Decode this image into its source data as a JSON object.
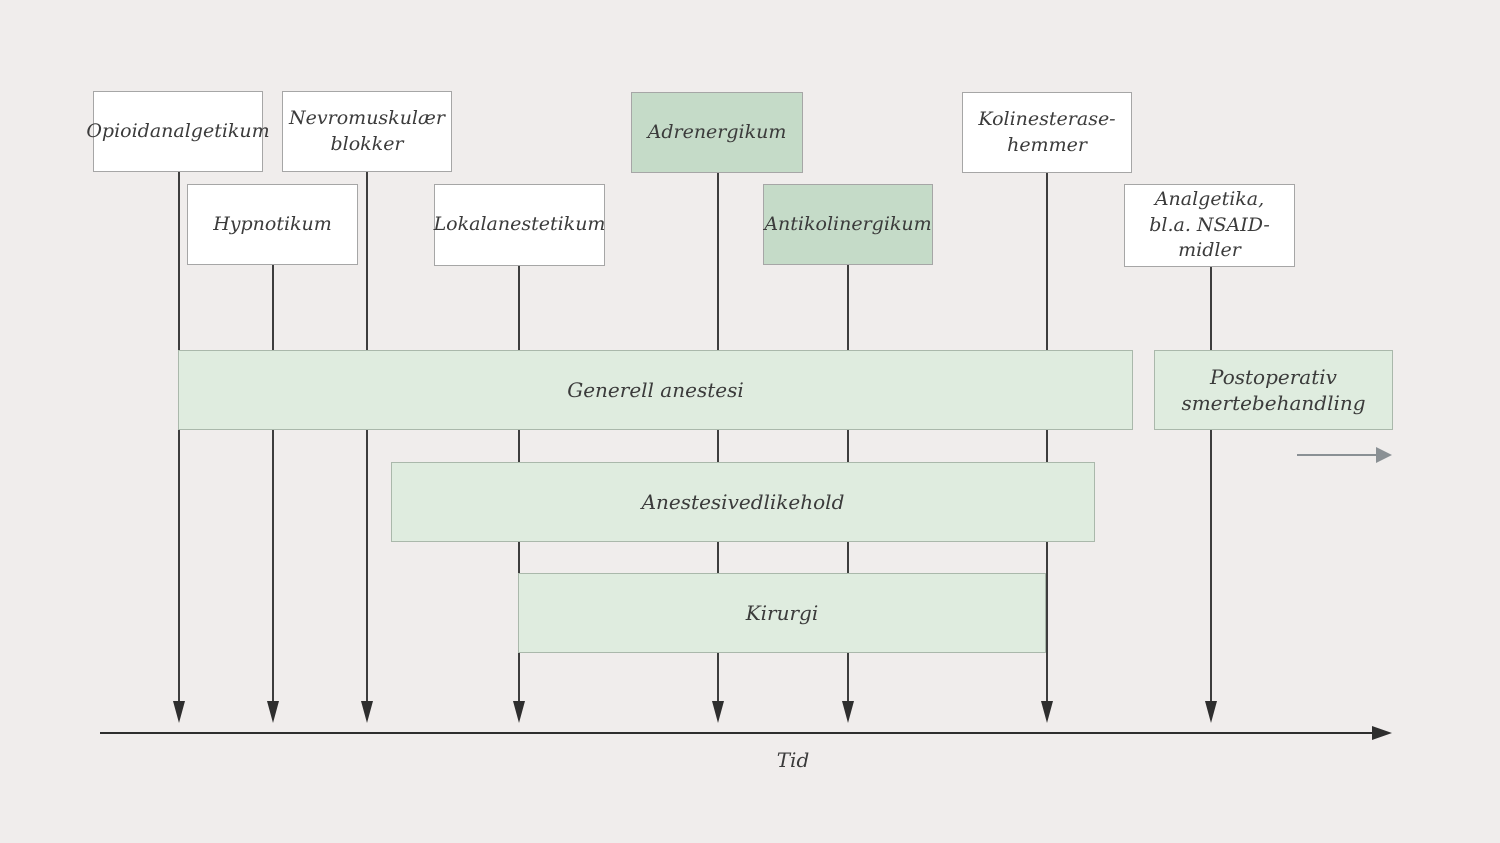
{
  "palette": {
    "background": "#f0edec",
    "box_white": "#ffffff",
    "box_green": "#c5dbc8",
    "band_green": "#dfecdf",
    "box_border": "#a6a6a6",
    "band_border": "#aab8ab",
    "text": "#3b3b3b",
    "line": "#3d3d3d",
    "arrow_dark": "#2e2e2e",
    "gray_arrow": "#8a9094"
  },
  "drug_boxes": [
    {
      "label": "Opioidanalgetikum",
      "style": "white"
    },
    {
      "label": "Nevromuskulær blokker",
      "style": "white"
    },
    {
      "label": "Hypnotikum",
      "style": "white"
    },
    {
      "label": "Lokalanestetikum",
      "style": "white"
    },
    {
      "label": "Adrenergikum",
      "style": "green"
    },
    {
      "label": "Antikolinergikum",
      "style": "green"
    },
    {
      "label": "Kolinesterase-hemmer",
      "style": "white"
    },
    {
      "label": "Analgetika, bl.a. NSAID-midler",
      "style": "white"
    }
  ],
  "phase_bands": [
    {
      "label": "Generell anestesi"
    },
    {
      "label": "Anestesivedlikehold"
    },
    {
      "label": "Kirurgi"
    },
    {
      "label": "Postoperativ smertebehandling"
    }
  ],
  "axis": {
    "label": "Tid"
  },
  "icons": {
    "timeline_terminator": "down-arrow",
    "axis_terminator": "right-arrow",
    "continuation": "right-arrow"
  }
}
